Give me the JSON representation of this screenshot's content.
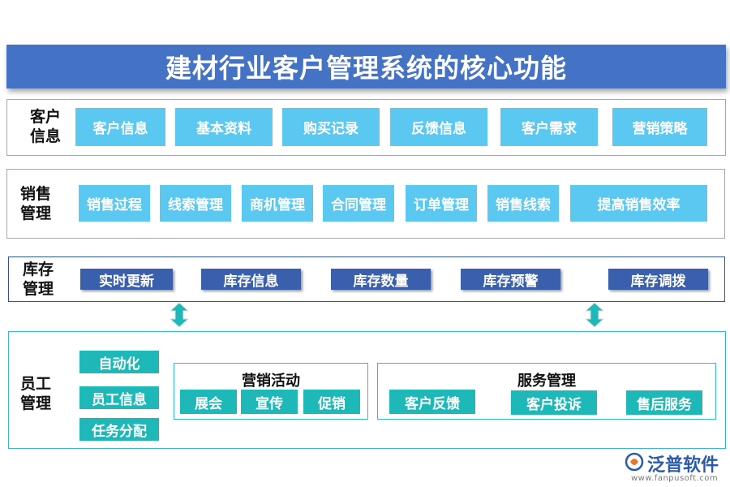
{
  "title": "建材行业客户管理系统的核心功能",
  "sections": {
    "customer": {
      "label": "客户\n信息",
      "items": [
        "客户信息",
        "基本资料",
        "购买记录",
        "反馈信息",
        "客户需求",
        "营销策略"
      ]
    },
    "sales": {
      "label": "销售\n管理",
      "items": [
        "销售过程",
        "线索管理",
        "商机管理",
        "合同管理",
        "订单管理",
        "销售线索",
        "提高销售效率"
      ]
    },
    "inventory": {
      "label": "库存\n管理",
      "items": [
        "实时更新",
        "库存信息",
        "库存数量",
        "库存预警",
        "库存调拨"
      ]
    },
    "employee": {
      "label": "员工\n管理",
      "left_items": [
        "自动化",
        "员工信息",
        "任务分配"
      ],
      "marketing": {
        "title": "营销活动",
        "items": [
          "展会",
          "宣传",
          "促销"
        ]
      },
      "service": {
        "title": "服务管理",
        "items": [
          "客户反馈",
          "客户投诉",
          "售后服务"
        ]
      }
    }
  },
  "logo": {
    "name": "泛普软件",
    "url": "www.fanpusoft.com",
    "icon": "fanpu-logo-icon"
  },
  "colors": {
    "title_bg": "#4472c4",
    "cyan_box": "#5bc8f2",
    "navy_box": "#3a5fad",
    "teal_box": "#1fb8b8",
    "arrow": "#1fb8b8"
  }
}
